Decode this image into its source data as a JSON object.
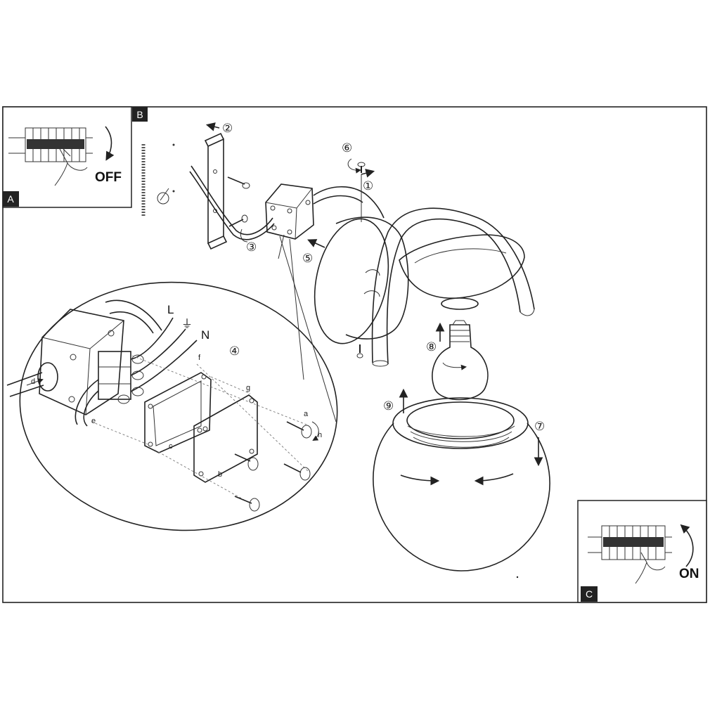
{
  "panels": {
    "a": {
      "label": "A",
      "text": "OFF"
    },
    "b": {
      "label": "B"
    },
    "c": {
      "label": "C",
      "text": "ON"
    }
  },
  "wiring": {
    "live": "L",
    "neutral": "N",
    "earth_symbol": "⏚"
  },
  "steps": [
    "②",
    "③",
    "⑥",
    "①",
    "⑤",
    "④",
    "⑧",
    "⑨",
    "⑦"
  ],
  "parts": [
    "a",
    "h",
    "f",
    "g",
    "d",
    "e",
    "c",
    "b"
  ],
  "colors": {
    "line": "#222222",
    "label_box": "#222222",
    "background": "#ffffff"
  }
}
